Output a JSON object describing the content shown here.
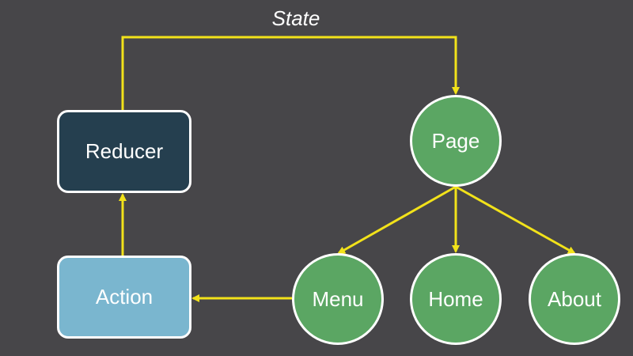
{
  "diagram": {
    "edge_label": "State",
    "nodes": {
      "reducer": "Reducer",
      "action": "Action",
      "page": "Page",
      "menu": "Menu",
      "home": "Home",
      "about": "About"
    },
    "colors": {
      "background": "#474649",
      "arrow": "#f2e21a",
      "reducer_fill": "#253f4f",
      "action_fill": "#7ab6cf",
      "circle_fill": "#5ba663",
      "border": "#ffffff"
    }
  }
}
